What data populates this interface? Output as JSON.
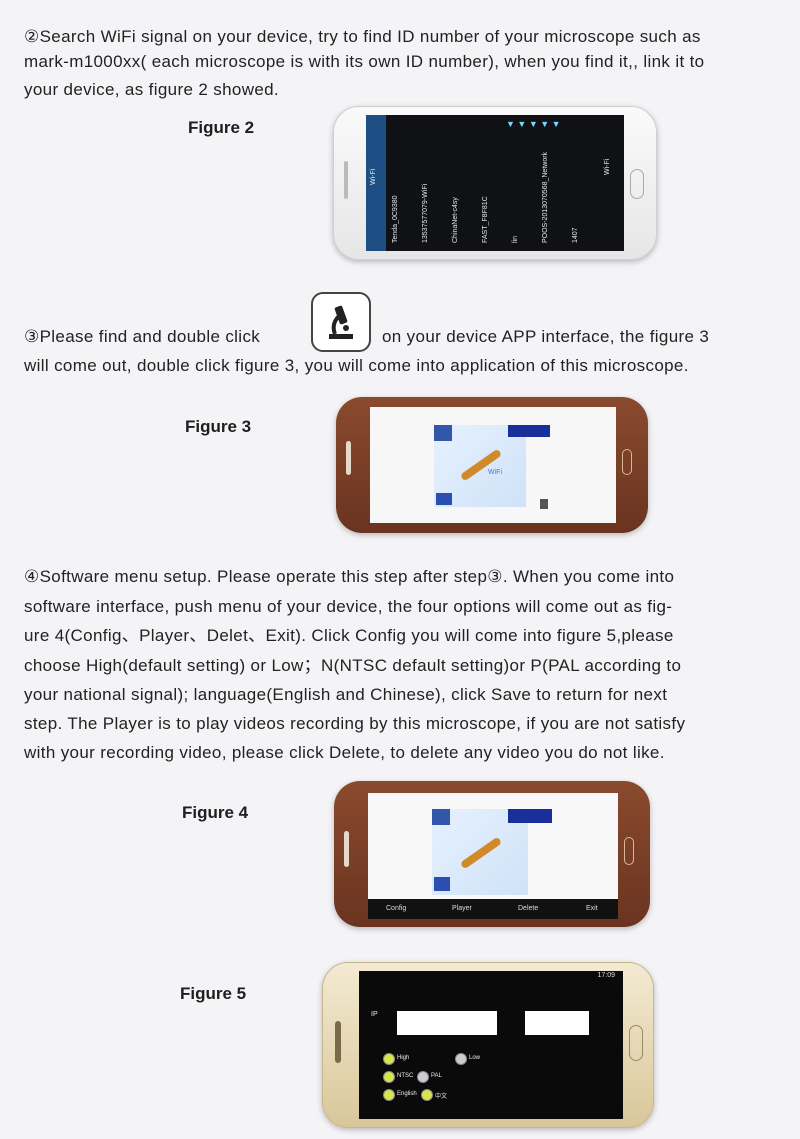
{
  "step2": {
    "line1": "②Search WiFi signal on your device, try to find ID number of your microscope such as",
    "line2": "mark-m1000xx( each microscope is with its own ID number), when you find it,, link it to",
    "line3": "your device, as figure 2 showed."
  },
  "figure2": {
    "label": "Figure 2",
    "wifi_header": "Wi-Fi",
    "wifi_toggle": "Wi-Fi",
    "networks": [
      "Tenda_0C9380",
      "13537577079-WiFi",
      "ChinaNet-c4sy",
      "FAST_F8F81C",
      "lin",
      "POOS-2013070568_Network",
      "1407"
    ]
  },
  "step3": {
    "prefix": "③Please find and double click",
    "suffix": "on your device APP interface, the figure 3",
    "line2": "will come out, double click figure 3, you will come into application of this microscope."
  },
  "figure3": {
    "label": "Figure 3",
    "screen_text": "WiFi"
  },
  "step4": {
    "lines": [
      "④Software menu setup. Please operate this step after step③. When you come into",
      "software interface,  push menu of your device,  the four options will come out as fig-",
      "ure 4(Config、Player、Delet、Exit). Click Config you will come into figure 5,please",
      "choose High(default setting) or Low；N(NTSC default setting)or P(PAL according to",
      "your national signal); language(English and Chinese),  click Save to return for next",
      "step. The Player is to play videos recording by this microscope, if you are not satisfy",
      "with your recording video,  please click Delete,  to delete any video you do not like."
    ]
  },
  "figure4": {
    "label": "Figure 4",
    "menu": [
      "Config",
      "Player",
      "Delete",
      "Exit"
    ]
  },
  "figure5": {
    "label": "Figure 5",
    "status_time": "17:09",
    "ip_label": "IP",
    "options": [
      "High",
      "Low",
      "NTSC",
      "PAL",
      "English",
      "中文"
    ]
  }
}
